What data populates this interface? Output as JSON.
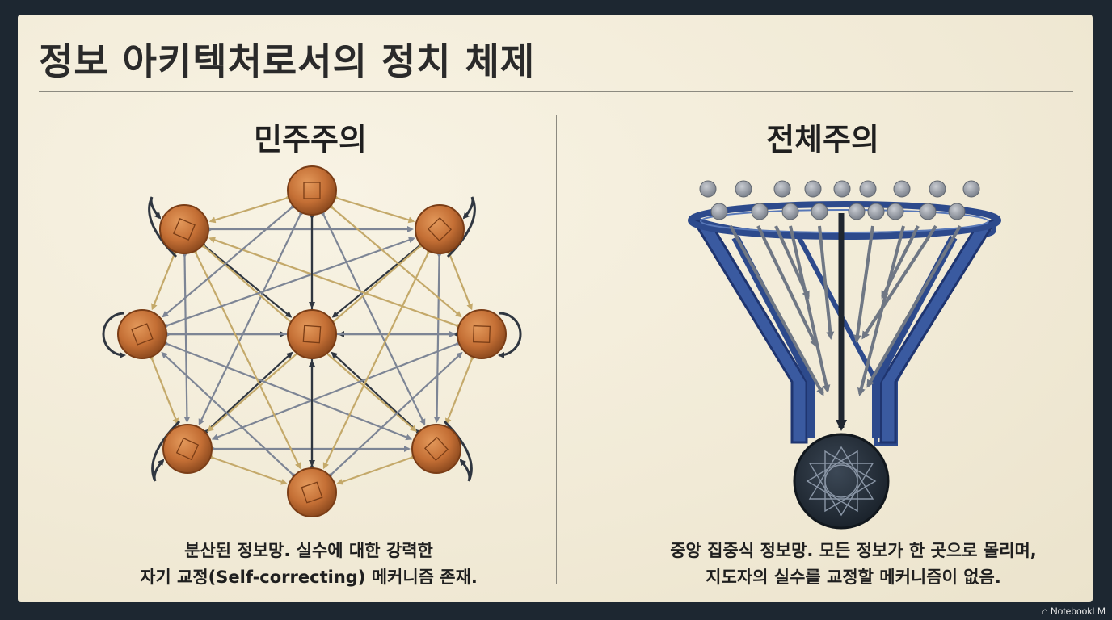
{
  "title": "정보 아키텍처로서의 정치 체제",
  "left": {
    "heading": "민주주의",
    "caption_line1": "분산된 정보망. 실수에 대한 강력한",
    "caption_line2": "자기 교정(Self-correcting) 메커니즘 존재."
  },
  "right": {
    "heading": "전체주의",
    "caption_line1": "중앙 집중식 정보망. 모든 정보가 한 곳으로 몰리며,",
    "caption_line2": "지도자의 실수를 교정할 메커니즘이 없음."
  },
  "watermark": "NotebookLM",
  "colors": {
    "node": "#c9773f",
    "node_dark": "#8a4a1f",
    "arrow_dark": "#2f3640",
    "arrow_gray": "#7d8595",
    "arrow_tan": "#c4a96a",
    "funnel_blue": "#2d4a8c",
    "hub": "#27313d"
  }
}
